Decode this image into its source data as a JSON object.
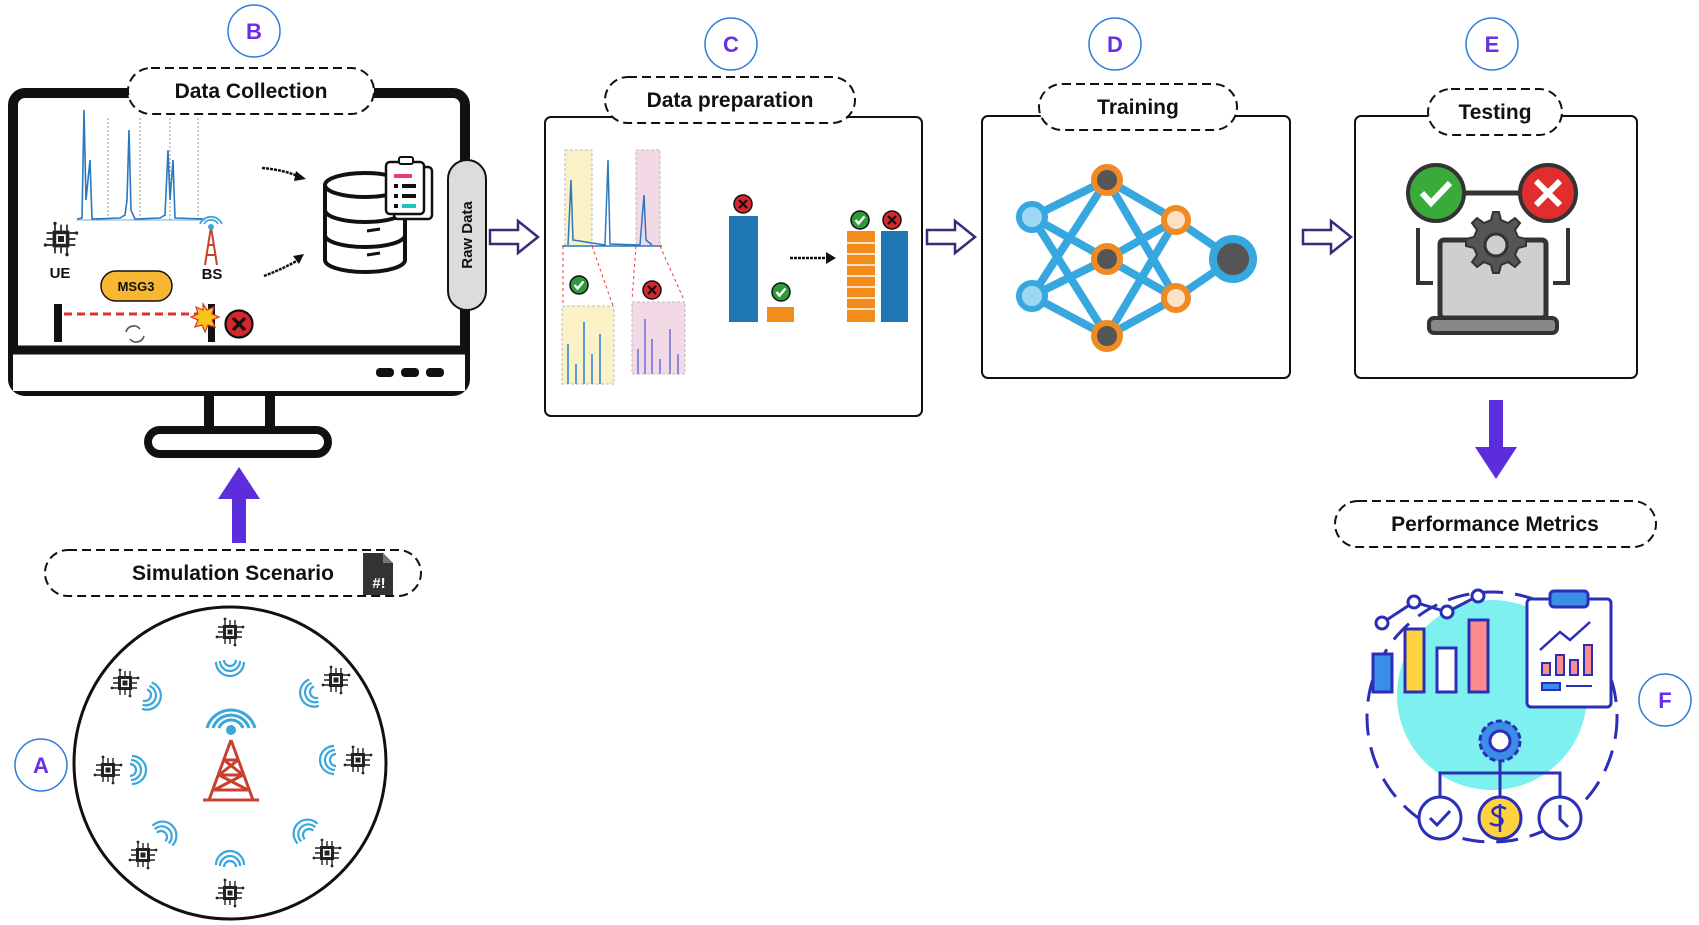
{
  "colors": {
    "accent_purple": "#5b2ddb",
    "letter_circle_stroke": "#2f7bd8",
    "nn_blue": "#37a7e0",
    "nn_orange": "#f08a24",
    "bar_blue": "#1f77b4",
    "bar_orange": "#f28c1b",
    "cross_red": "#d7262c",
    "check_green": "#2e9a3a",
    "metrics_cyan": "#7ef0f0",
    "metrics_navy": "#2b2fb8"
  },
  "steps": {
    "A": {
      "letter": "A"
    },
    "B": {
      "letter": "B",
      "title": "Data Collection"
    },
    "C": {
      "letter": "C",
      "title": "Data preparation"
    },
    "D": {
      "letter": "D",
      "title": "Training"
    },
    "E": {
      "letter": "E",
      "title": "Testing"
    },
    "F": {
      "letter": "F",
      "title": "Performance Metrics"
    }
  },
  "collection": {
    "raw_data_label": "Raw Data",
    "ue_label": "UE",
    "bs_label": "BS",
    "msg_label": "MSG3"
  },
  "simulation": {
    "title": "Simulation Scenario",
    "file_icon_text": "#!"
  },
  "icons": [
    "chip-icon",
    "cell-tower-icon",
    "database-icon",
    "document-icon",
    "check-icon",
    "cross-icon",
    "gear-icon",
    "laptop-icon",
    "dollar-icon",
    "clock-icon",
    "clipboard-icon",
    "bar-chart-icon",
    "explosion-icon",
    "refresh-icon",
    "arrow-right-icon",
    "arrow-up-icon",
    "arrow-down-icon"
  ]
}
